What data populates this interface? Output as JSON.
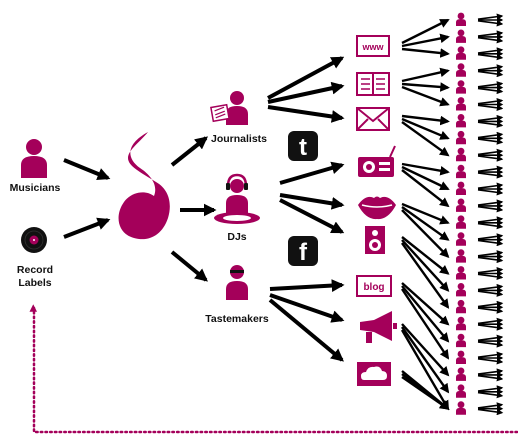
{
  "colors": {
    "accent": "#a4005a",
    "arrow": "#000000",
    "text": "#111111",
    "background": "#ffffff"
  },
  "sources": {
    "musicians": {
      "label": "Musicians",
      "icon": "person-icon"
    },
    "record_labels": {
      "label_line1": "Record",
      "label_line2": "Labels",
      "icon": "vinyl-record-icon"
    }
  },
  "hub": {
    "icon": "music-note-icon"
  },
  "influencers": {
    "journalists": {
      "label": "Journalists",
      "icon": "journalist-icon"
    },
    "djs": {
      "label": "DJs",
      "icon": "dj-headphones-icon"
    },
    "tastemakers": {
      "label": "Tastemakers",
      "icon": "tastemaker-sunglasses-icon"
    }
  },
  "social": [
    {
      "name": "twitter",
      "glyph": "t",
      "icon": "twitter-icon"
    },
    {
      "name": "facebook",
      "glyph": "f",
      "icon": "facebook-icon"
    }
  ],
  "channels": [
    {
      "name": "web",
      "text": "www",
      "icon": "www-icon"
    },
    {
      "name": "newspaper",
      "icon": "newspaper-icon"
    },
    {
      "name": "email",
      "icon": "envelope-icon"
    },
    {
      "name": "radio",
      "icon": "radio-icon"
    },
    {
      "name": "word-of-mouth",
      "icon": "lips-icon"
    },
    {
      "name": "speaker",
      "icon": "speaker-icon"
    },
    {
      "name": "blog",
      "text": "blog",
      "icon": "blog-icon"
    },
    {
      "name": "megaphone",
      "icon": "megaphone-icon"
    },
    {
      "name": "cloud",
      "icon": "cloud-icon"
    }
  ],
  "audience_count": 24
}
